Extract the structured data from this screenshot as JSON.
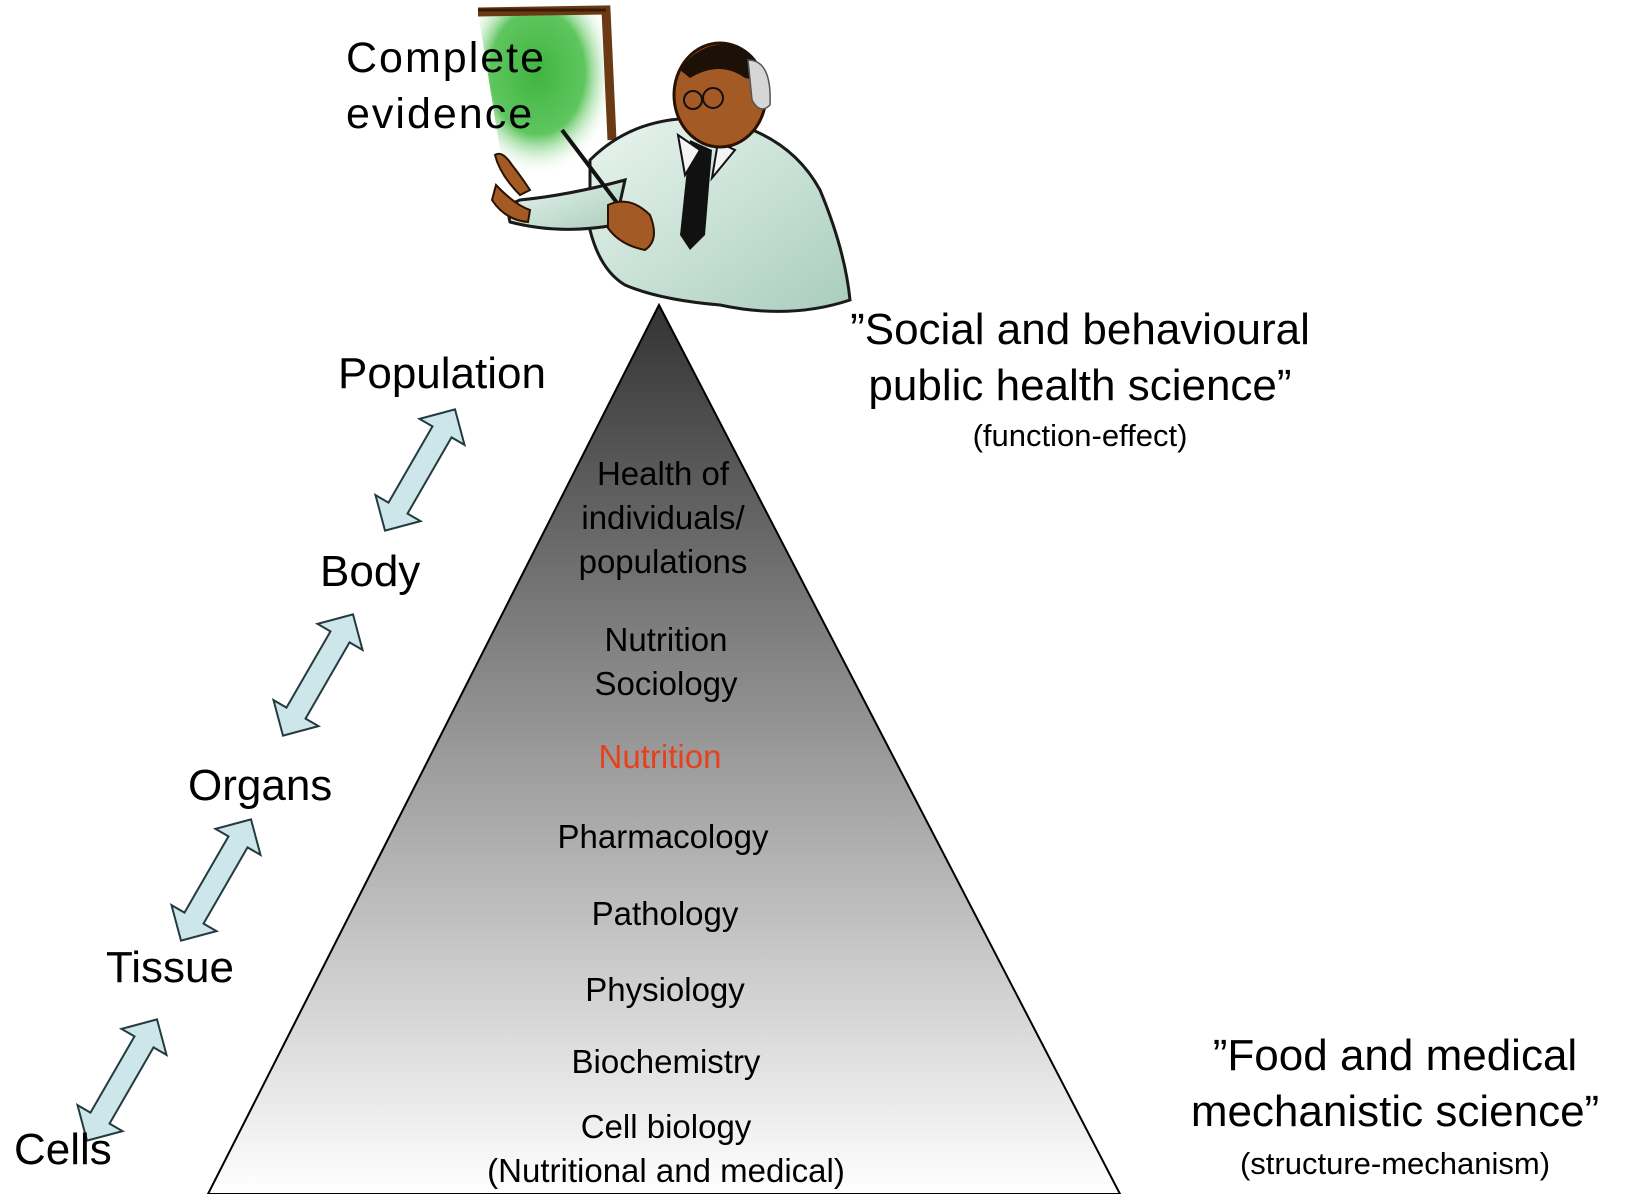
{
  "evidence_label": "Complete\nevidence",
  "levels": {
    "population": "Population",
    "body": "Body",
    "organs": "Organs",
    "tissue": "Tissue",
    "cells": "Cells"
  },
  "pyramid_items": {
    "health": "Health of\nindividuals/\npopulations",
    "nutrition_sociology": "Nutrition\nSociology",
    "nutrition": "Nutrition",
    "pharmacology": "Pharmacology",
    "pathology": "Pathology",
    "physiology": "Physiology",
    "biochemistry": "Biochemistry",
    "cell_biology": "Cell biology\n(Nutritional and medical)"
  },
  "top_side": {
    "main": "”Social and behavioural\npublic health science”",
    "sub": "(function-effect)"
  },
  "bottom_side": {
    "main": "”Food and medical\nmechanistic science”",
    "sub": "(structure-mechanism)"
  },
  "colors": {
    "highlight": "#e8401c",
    "arrow_fill": "#cde6ea",
    "board_green": "#3fb53f",
    "pyramid_top": "#333333",
    "pyramid_bottom": "#ffffff"
  }
}
